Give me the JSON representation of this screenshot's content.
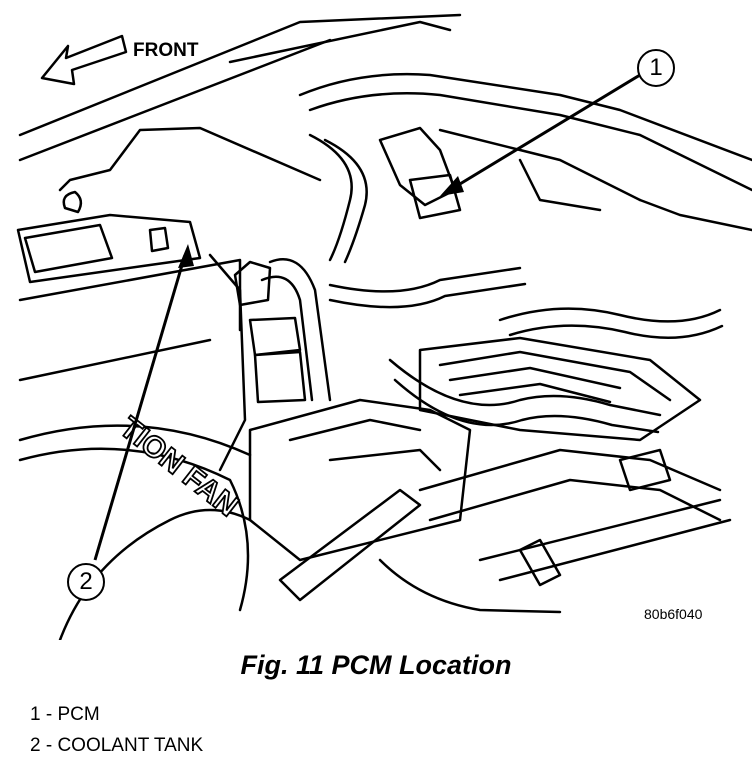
{
  "figure": {
    "direction_label": "FRONT",
    "callouts": [
      "1",
      "2"
    ],
    "drawing_code": "80b6f040",
    "fan_lettering": "TION FAN",
    "caption": "Fig. 11 PCM Location"
  },
  "legend": {
    "items": [
      {
        "text": "1 - PCM"
      },
      {
        "text": "2 - COOLANT TANK"
      }
    ]
  }
}
